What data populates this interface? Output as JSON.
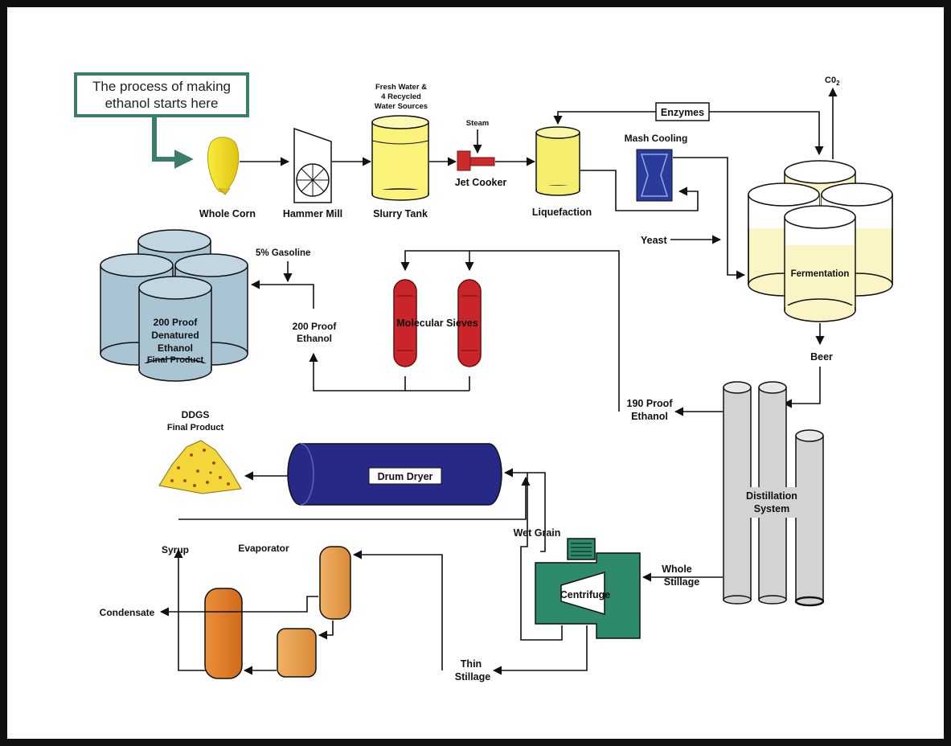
{
  "start_note": {
    "line1": "The process of making",
    "line2": "ethanol starts here"
  },
  "labels": {
    "whole_corn": "Whole Corn",
    "hammer_mill": "Hammer Mill",
    "fresh_water_1": "Fresh Water &",
    "fresh_water_2": "4 Recycled",
    "fresh_water_3": "Water Sources",
    "slurry_tank": "Slurry Tank",
    "steam": "Steam",
    "jet_cooker": "Jet Cooker",
    "liquefaction": "Liquefaction",
    "enzymes": "Enzymes",
    "mash_cooling": "Mash Cooling",
    "co2_main": "C0",
    "co2_sub": "2",
    "yeast": "Yeast",
    "fermentation": "Fermentation",
    "beer": "Beer",
    "five_pct_gasoline": "5% Gasoline",
    "product_1": "200 Proof",
    "product_2": "Denatured",
    "product_3": "Ethanol",
    "product_4": "Final Product",
    "proof200_1": "200 Proof",
    "proof200_2": "Ethanol",
    "molecular_sieves": "Molecular Sieves",
    "proof190_1": "190 Proof",
    "proof190_2": "Ethanol",
    "ddgs_1": "DDGS",
    "ddgs_2": "Final Product",
    "drum_dryer": "Drum Dryer",
    "distillation_1": "Distillation",
    "distillation_2": "System",
    "wet_grain": "Wet Grain",
    "syrup": "Syrup",
    "evaporator": "Evaporator",
    "whole_stillage_1": "Whole",
    "whole_stillage_2": "Stillage",
    "centrifuge": "Centrifuge",
    "condensate": "Condensate",
    "thin_stillage_1": "Thin",
    "thin_stillage_2": "Stillage"
  },
  "colors": {
    "frame": "#111111",
    "start_box_border": "#3b7d68",
    "corn_yellow": "#f2e22a",
    "slurry_yellow": "#fbf27a",
    "liquefaction_yellow": "#f6ee6e",
    "mash_cooler_blue": "#2b3b9c",
    "jet_cooker_red": "#cc2b2b",
    "sieve_red": "#c9252b",
    "storage_tank_blue": "#a9c4d2",
    "fermenter_fill": "#fbf5c6",
    "column_gray": "#d3d3d3",
    "drum_dryer_navy": "#262a86",
    "centrifuge_green": "#2e8a6c",
    "evaporator_orange": "#e89c45",
    "evaporator_dark_orange": "#dd7a24"
  }
}
